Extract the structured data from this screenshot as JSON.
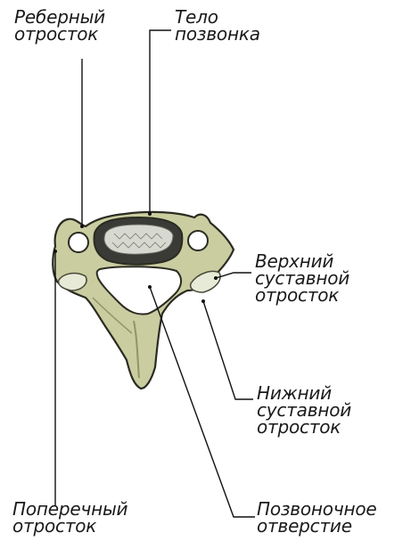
{
  "labels": {
    "costal_process": {
      "line1": "Реберный",
      "line2": "отросток"
    },
    "vertebral_body": {
      "line1": "Тело",
      "line2": "позвонка"
    },
    "superior_articular": {
      "line1": "Верхний",
      "line2": "суставной",
      "line3": "отросток"
    },
    "inferior_articular": {
      "line1": "Нижний",
      "line2": "суставной",
      "line3": "отросток"
    },
    "transverse_process": {
      "line1": "Поперечный",
      "line2": "отросток"
    },
    "vertebral_foramen": {
      "line1": "Позвоночное",
      "line2": "отверстие"
    }
  },
  "colors": {
    "bone_fill": "#c9cda0",
    "bone_shade": "#8f956a",
    "outline": "#2b2b22",
    "body_dark": "#3a3a36",
    "line": "#111111"
  }
}
